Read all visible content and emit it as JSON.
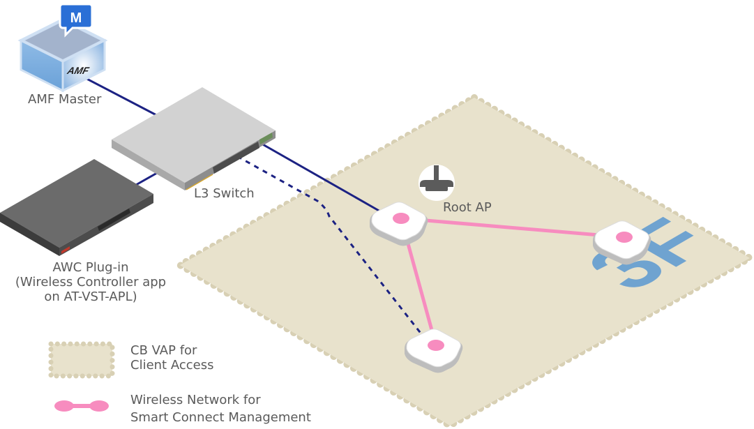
{
  "labels": {
    "amf_master": "AMF Master",
    "amf_badge": "M",
    "amf_logo": "AMF",
    "l3_switch": "L3 Switch",
    "awc_line1": "AWC Plug-in",
    "awc_line2": "(Wireless Controller app",
    "awc_line3": "on AT-VST-APL)",
    "root_ap": "Root AP",
    "floor": "3F"
  },
  "legend": {
    "vap_line1": "CB VAP for",
    "vap_line2": "Client Access",
    "wireless_line1": "Wireless Network for",
    "wireless_line2": "Smart Connect Management"
  },
  "colors": {
    "floor_fill": "#e8e2cc",
    "floor_dots": "#d8d0b4",
    "wired_link": "#1c2283",
    "wireless_link": "#f78cbf",
    "floor_text": "#6fa3d0",
    "amf_blue": "#2a6fd6"
  }
}
